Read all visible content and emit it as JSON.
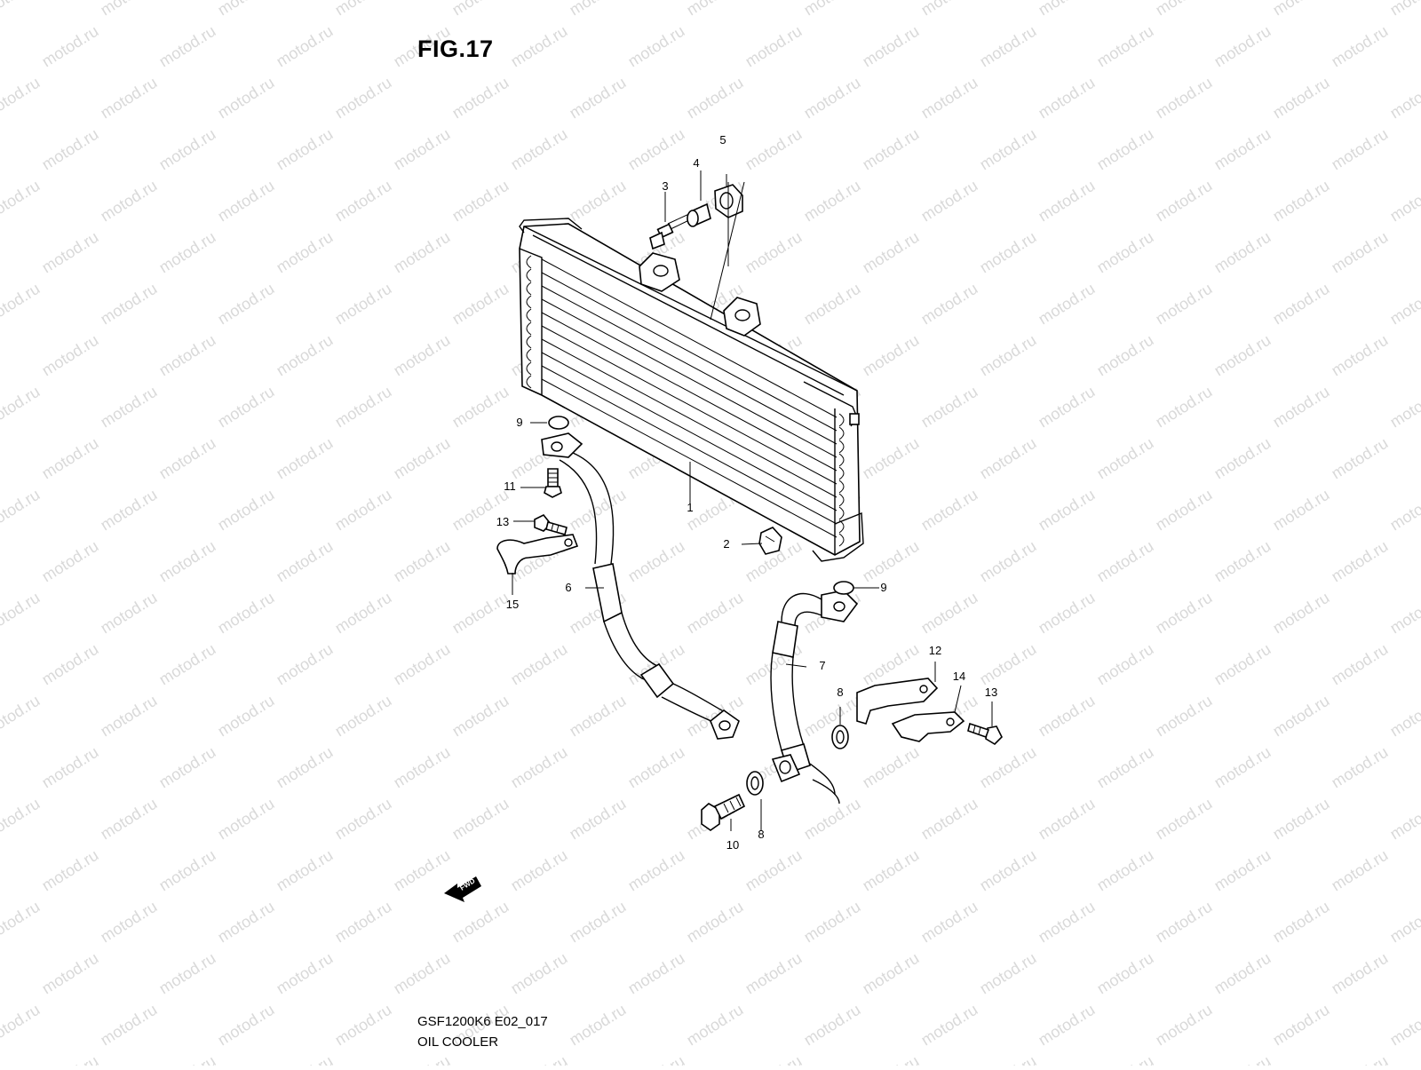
{
  "figure_title": "FIG.17",
  "diagram_code": "GSF1200K6 E02_017",
  "caption": "OIL COOLER",
  "watermark": "motod.ru",
  "fwd_label": "FWD",
  "callouts": [
    "1",
    "2",
    "3",
    "4",
    "5",
    "6",
    "7",
    "8",
    "8",
    "9",
    "9",
    "10",
    "11",
    "12",
    "13",
    "13",
    "14",
    "15"
  ]
}
